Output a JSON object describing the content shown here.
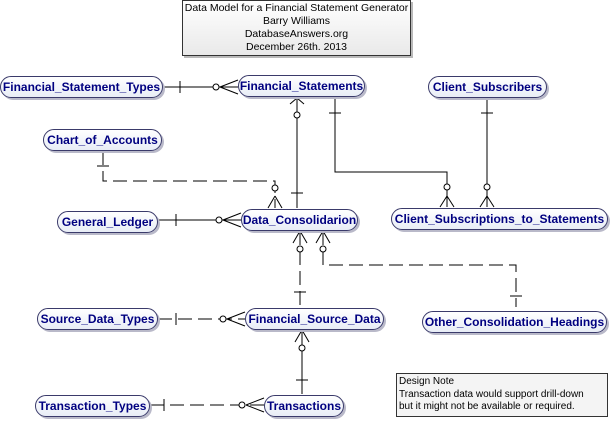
{
  "title_block": {
    "line1": "Data Model for a Financial Statement Generator",
    "line2": "Barry Williams",
    "line3": "DatabaseAnswers.org",
    "line4": "December 26th. 2013"
  },
  "entities": {
    "financial_statement_types": "Financial_Statement_Types",
    "financial_statements": "Financial_Statements",
    "client_subscribers": "Client_Subscribers",
    "chart_of_accounts": "Chart_of_Accounts",
    "general_ledger": "General_Ledger",
    "data_consolidation": "Data_Consolidarion",
    "client_subscriptions_to_statements": "Client_Subscriptions_to_Statements",
    "source_data_types": "Source_Data_Types",
    "financial_source_data": "Financial_Source_Data",
    "other_consolidation_headings": "Other_Consolidation_Headings",
    "transaction_types": "Transaction_Types",
    "transactions": "Transactions"
  },
  "design_note": {
    "title": "Design Note",
    "line1": "Transaction data would support drill-down",
    "line2": "but it might not be available or required."
  },
  "colors": {
    "entity_text": "#000080",
    "entity_border": "#3a3a6a",
    "relationship_line": "#000000"
  }
}
